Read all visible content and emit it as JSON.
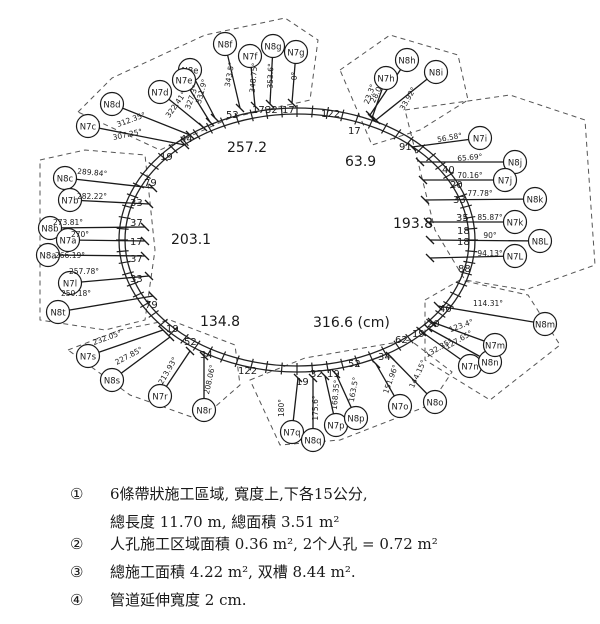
{
  "diagram": {
    "unit_label": "316.6 (cm)",
    "section_lengths": {
      "top_left": "257.2",
      "top_right": "63.9",
      "left": "203.1",
      "right": "193.8",
      "bottom_left": "134.8"
    },
    "segments": {
      "top": [
        "52",
        "17",
        "32",
        "17",
        "122",
        "17",
        "91"
      ],
      "upper_left": [
        "44",
        "19",
        "79"
      ],
      "left": [
        "33",
        "37",
        "17",
        "37",
        "33",
        "79"
      ],
      "lower_left": [
        "19",
        "52",
        "34",
        "122"
      ],
      "bottom": [
        "19",
        "32",
        "19",
        "52",
        "34",
        "62",
        "19",
        "20"
      ],
      "right": [
        "40",
        "20",
        "33",
        "35",
        "18",
        "18",
        "88",
        "40"
      ]
    },
    "nodes": [
      {
        "id": "N8f",
        "angle": "343.5°"
      },
      {
        "id": "N7f",
        "angle": "348.75°"
      },
      {
        "id": "N8g",
        "angle": "353.6°"
      },
      {
        "id": "N7g",
        "angle": "0°"
      },
      {
        "id": "N8e",
        "angle": "331.9°"
      },
      {
        "id": "N7e",
        "angle": "327.3°"
      },
      {
        "id": "N7d",
        "angle": "322.41°"
      },
      {
        "id": "N8d",
        "angle": "312.35°"
      },
      {
        "id": "N7c",
        "angle": "307.25°"
      },
      {
        "id": "N8h",
        "angle": "28.05°"
      },
      {
        "id": "N7h",
        "angle": "23.3°"
      },
      {
        "id": "N8i",
        "angle": "33.92°"
      },
      {
        "id": "N7i",
        "angle": "56.58°"
      },
      {
        "id": "N8j",
        "angle": "65.69°"
      },
      {
        "id": "N7j",
        "angle": "70.16°"
      },
      {
        "id": "N8k",
        "angle": "77.78°"
      },
      {
        "id": "N7k",
        "angle": "85.87°"
      },
      {
        "id": "N8L",
        "angle": "90°"
      },
      {
        "id": "N7L",
        "angle": "94.13°"
      },
      {
        "id": "N8c",
        "angle": "289.84°"
      },
      {
        "id": "N7b",
        "angle": "282.22°"
      },
      {
        "id": "N8b",
        "angle": "273.81°"
      },
      {
        "id": "N7a",
        "angle": "270°"
      },
      {
        "id": "N8a",
        "angle": "266.19°"
      },
      {
        "id": "N7l",
        "angle": "257.78°"
      },
      {
        "id": "N8t",
        "angle": "250.18°"
      },
      {
        "id": "N7s",
        "angle": "232.05°"
      },
      {
        "id": "N8s",
        "angle": "227.85°"
      },
      {
        "id": "N7r",
        "angle": "213.93°"
      },
      {
        "id": "N8r",
        "angle": "208.06°"
      },
      {
        "id": "N7q",
        "angle": "180°"
      },
      {
        "id": "N8q",
        "angle": "175.6°"
      },
      {
        "id": "N7p",
        "angle": "168.35°"
      },
      {
        "id": "N8p",
        "angle": "163.5°"
      },
      {
        "id": "N7o",
        "angle": "151.96°"
      },
      {
        "id": "N8o",
        "angle": "144.15°"
      },
      {
        "id": "N7n",
        "angle": "132.35°"
      },
      {
        "id": "N8n",
        "angle": "127.65°"
      },
      {
        "id": "N7m",
        "angle": "123.4°"
      },
      {
        "id": "N8m",
        "angle": "114.31°"
      }
    ]
  },
  "notes": [
    {
      "num": "①",
      "lines": [
        "6條帶狀施工區域, 寬度上,下各15公分,",
        "總長度 11.70 m, 總面積 3.51 m²"
      ]
    },
    {
      "num": "②",
      "lines": [
        "人孔施工区域面積 0.36 m², 2个人孔 = 0.72 m²"
      ]
    },
    {
      "num": "③",
      "lines": [
        "總施工面積 4.22 m², 双槽 8.44 m²."
      ]
    },
    {
      "num": "④",
      "lines": [
        "管道延伸寬度 2 cm."
      ]
    }
  ]
}
